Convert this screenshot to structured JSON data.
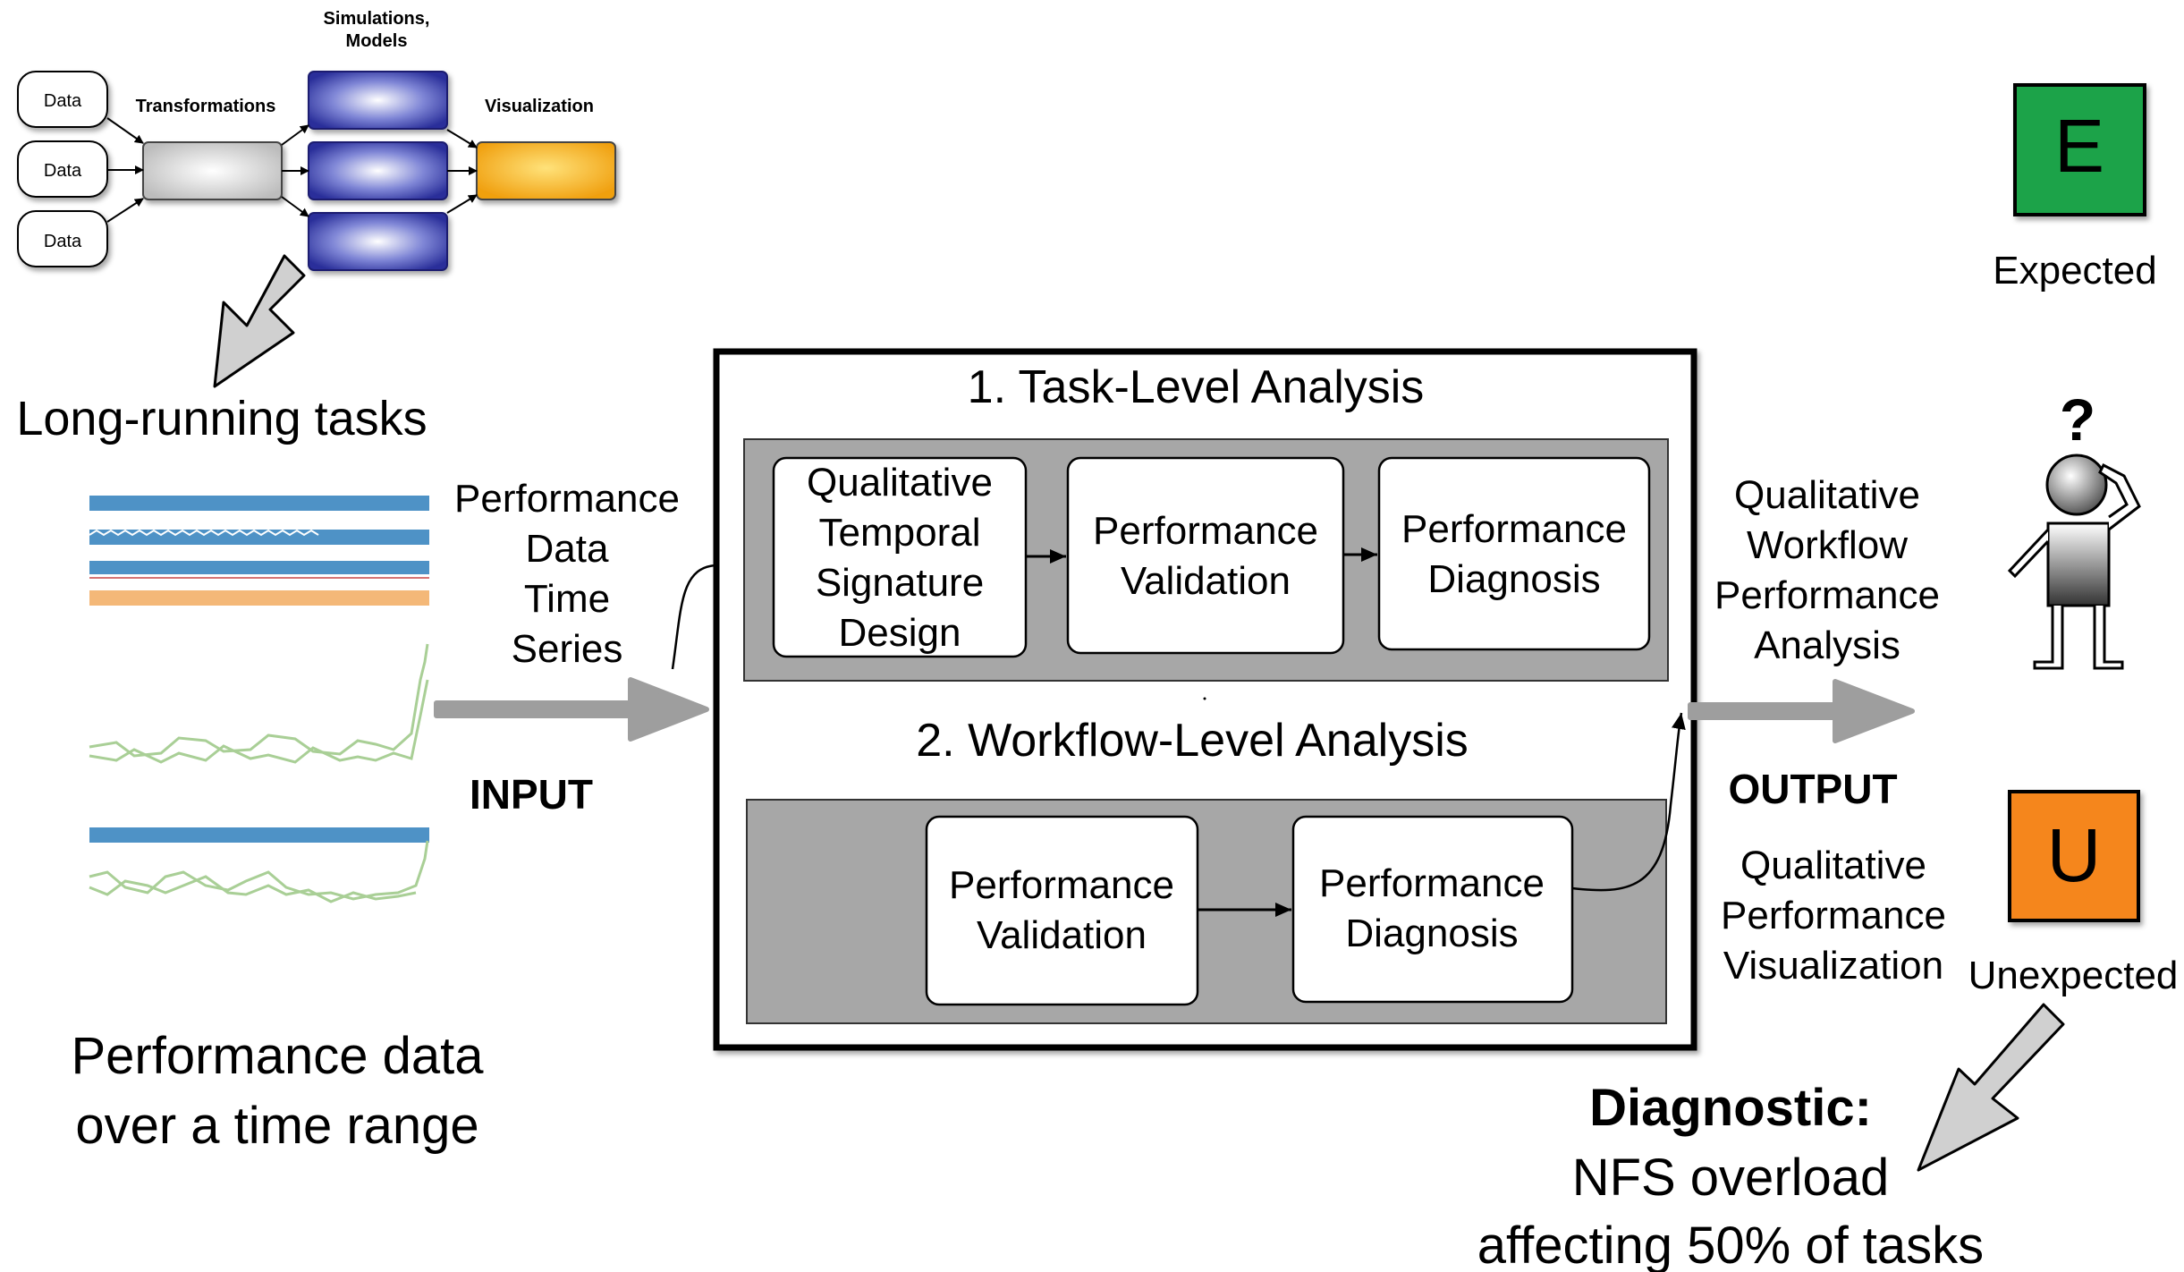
{
  "workflow_panel": {
    "data_labels": [
      "Data",
      "Data",
      "Data"
    ],
    "transformations_label": "Transformations",
    "simulations_label_line1": "Simulations,",
    "simulations_label_line2": "Models",
    "visualization_label": "Visualization"
  },
  "left_panel": {
    "long_running_label": "Long-running tasks",
    "performance_label_line1": "Performance data",
    "performance_label_line2": "over a time range"
  },
  "input": {
    "series_label_line1": "Performance",
    "series_label_line2": "Data",
    "series_label_line3": "Time",
    "series_label_line4": "Series",
    "input_label": "INPUT"
  },
  "center": {
    "task_title": "1. Task-Level Analysis",
    "task_step1": [
      "Qualitative",
      "Temporal",
      "Signature",
      "Design"
    ],
    "task_step2": [
      "Performance",
      "Validation"
    ],
    "task_step3": [
      "Performance",
      "Diagnosis"
    ],
    "workflow_title": "2. Workflow-Level Analysis",
    "wf_step1": [
      "Performance",
      "Validation"
    ],
    "wf_step2": [
      "Performance",
      "Diagnosis"
    ]
  },
  "output": {
    "analysis_label": [
      "Qualitative",
      "Workflow",
      "Performance",
      "Analysis"
    ],
    "output_label": "OUTPUT",
    "visualization_label": [
      "Qualitative",
      "Performance",
      "Visualization"
    ]
  },
  "right_panel": {
    "expected_letter": "E",
    "expected_label": "Expected",
    "question_mark": "?",
    "unexpected_letter": "U",
    "unexpected_label": "Unexpected",
    "expected_color": "#1aa34a",
    "unexpected_color": "#f5861f"
  },
  "diagnostic": {
    "title": "Diagnostic:",
    "line1": "NFS overload",
    "line2": "affecting 50% of tasks"
  }
}
